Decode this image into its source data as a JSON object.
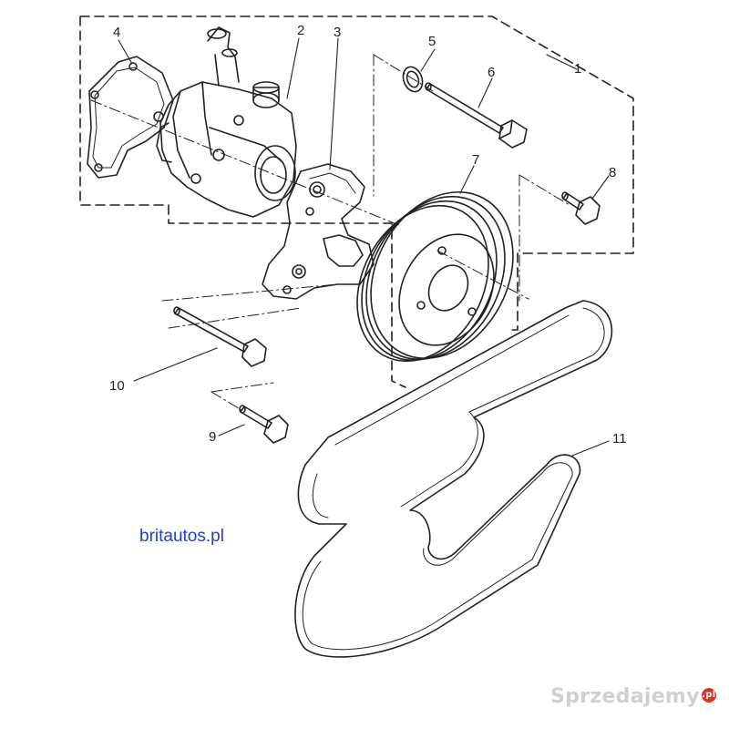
{
  "callouts": {
    "c1": "1",
    "c2": "2",
    "c3": "3",
    "c4": "4",
    "c5": "5",
    "c6": "6",
    "c7": "7",
    "c8": "8",
    "c9": "9",
    "c10": "10",
    "c11": "11"
  },
  "site_link": "britautos.pl",
  "watermark": {
    "text": "Sprzedajemy",
    "badge": ".pl"
  },
  "colors": {
    "line": "#222222",
    "link": "#1f3fd0",
    "watermark": "#aaaaaa",
    "watermark_badge": "#d9342b"
  }
}
